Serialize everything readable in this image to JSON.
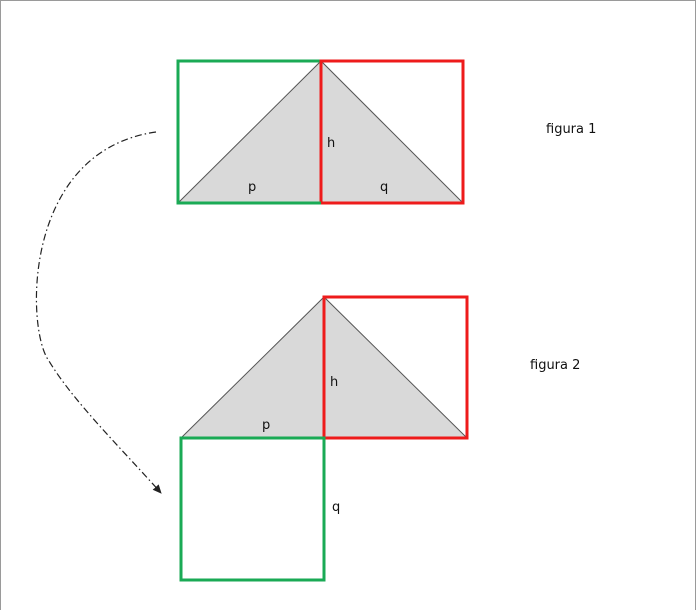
{
  "figure1": {
    "caption": "figura 1",
    "label_h": "h",
    "label_p": "p",
    "label_q": "q"
  },
  "figure2": {
    "caption": "figura 2",
    "label_h": "h",
    "label_p": "p",
    "label_q": "q"
  },
  "colors": {
    "green": "#1aaa55",
    "red": "#ee1b1b",
    "triangle_fill": "#d9d9d9",
    "triangle_stroke": "#555555",
    "arrow": "#222222"
  }
}
